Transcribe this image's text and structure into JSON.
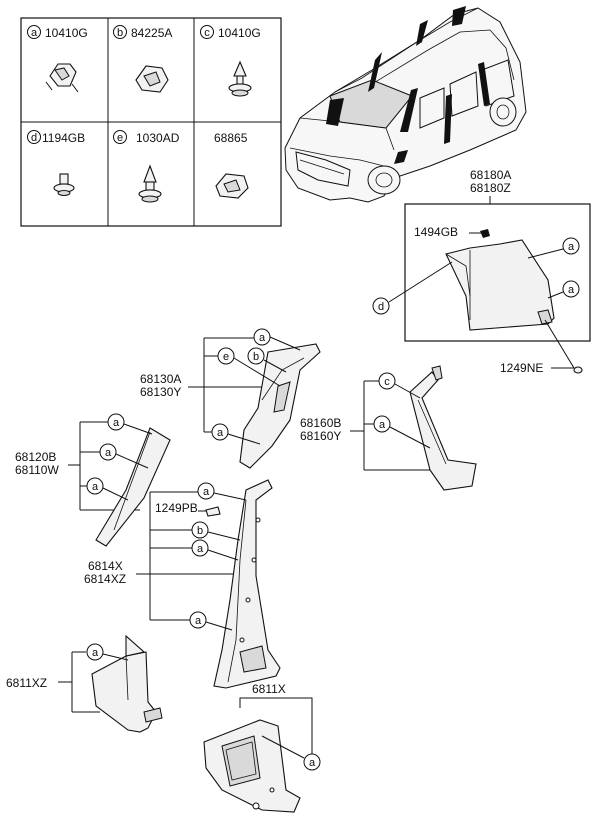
{
  "legend": {
    "cells": [
      {
        "letter": "a",
        "code": "10410G",
        "icon": "clip-icon"
      },
      {
        "letter": "b",
        "code": "84225A",
        "icon": "clip-icon"
      },
      {
        "letter": "c",
        "code": "10410G",
        "icon": "push-pin-icon"
      },
      {
        "letter": "d",
        "code": "1194GB",
        "icon": "screw-icon"
      },
      {
        "letter": "e",
        "code": "1030AD",
        "icon": "push-pin-icon"
      },
      {
        "letter": "",
        "code": "68865",
        "icon": "clip-icon"
      }
    ]
  },
  "labels": {
    "p68180a": "68180A",
    "p68180z": "68180Z",
    "p1494gb": "1494GB",
    "p1249ne": "1249NE",
    "p68130a": "68130A",
    "p68130y": "68130Y",
    "p68160b": "68160B",
    "p68160y": "68160Y",
    "p68120b": "68120B",
    "p68110w": "68110W",
    "p1249pb": "1249PB",
    "p6814x": "6814X",
    "p6814xz": "6814XZ",
    "p6811xz": "6811XZ",
    "p6811x": "6811X"
  },
  "callouts": {
    "a": "a",
    "b": "b",
    "c": "c",
    "d": "d",
    "e": "e"
  }
}
